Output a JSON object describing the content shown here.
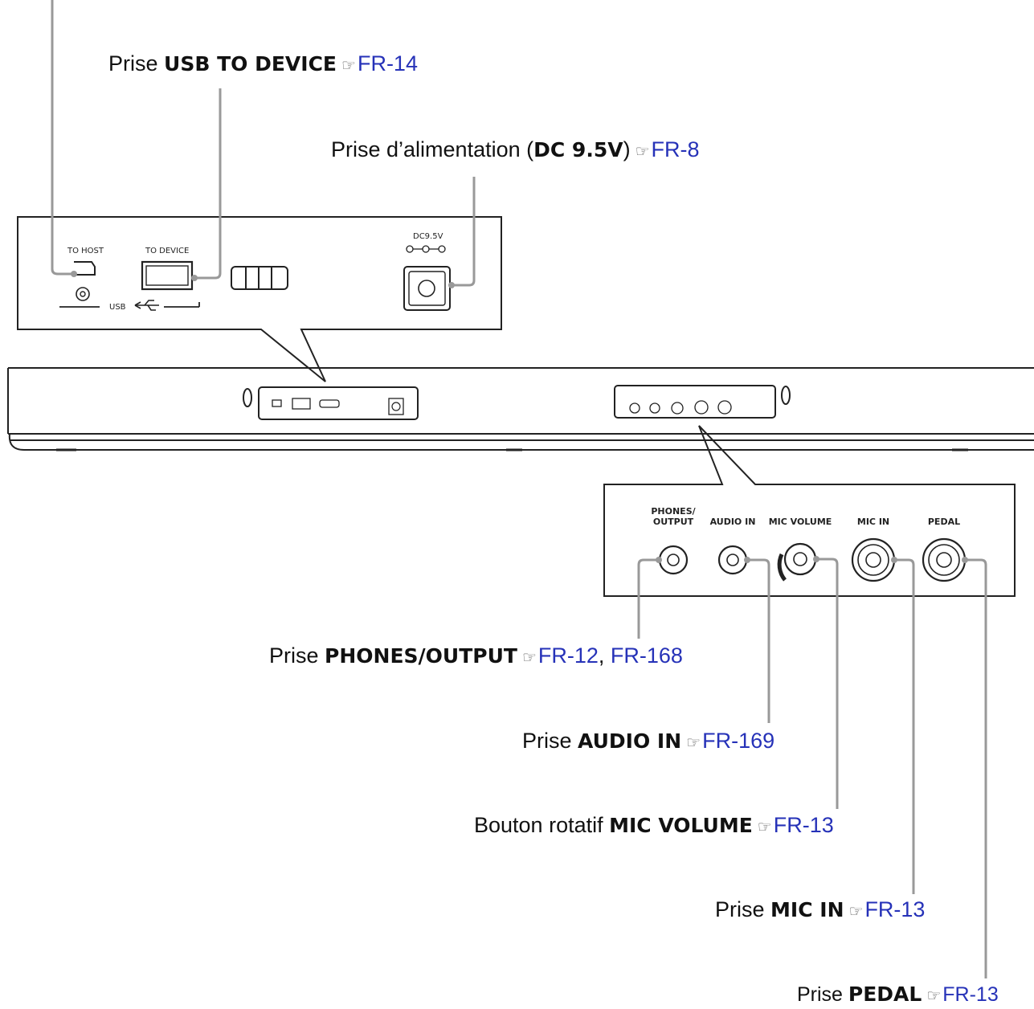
{
  "callouts": {
    "usb_device": {
      "pre": "Prise ",
      "kw": "USB TO DEVICE",
      "post": "",
      "hand": "☞",
      "refs": [
        "FR-14"
      ]
    },
    "power": {
      "pre": "Prise d’alimentation (",
      "kw": "DC 9.5V",
      "post": ")",
      "hand": "☞",
      "refs": [
        "FR-8"
      ]
    },
    "phones": {
      "pre": "Prise ",
      "kw": "PHONES/OUTPUT",
      "post": "",
      "hand": "☞",
      "refs": [
        "FR-12",
        "FR-168"
      ]
    },
    "audio_in": {
      "pre": "Prise ",
      "kw": "AUDIO IN",
      "post": "",
      "hand": "☞",
      "refs": [
        "FR-169"
      ]
    },
    "mic_volume": {
      "pre": "Bouton rotatif ",
      "kw": "MIC VOLUME",
      "post": "",
      "hand": "☞",
      "refs": [
        "FR-13"
      ]
    },
    "mic_in": {
      "pre": "Prise ",
      "kw": "MIC IN",
      "post": "",
      "hand": "☞",
      "refs": [
        "FR-13"
      ]
    },
    "pedal": {
      "pre": "Prise ",
      "kw": "PEDAL",
      "post": "",
      "hand": "☞",
      "refs": [
        "FR-13"
      ]
    }
  },
  "left_panel": {
    "to_host": "TO HOST",
    "to_device": "TO DEVICE",
    "usb": "USB",
    "dc": "DC9.5V"
  },
  "right_panel": {
    "phones_line1": "PHONES/",
    "phones_line2": "OUTPUT",
    "audio_in": "AUDIO IN",
    "mic_volume": "MIC VOLUME",
    "mic_in": "MIC IN",
    "pedal": "PEDAL"
  }
}
